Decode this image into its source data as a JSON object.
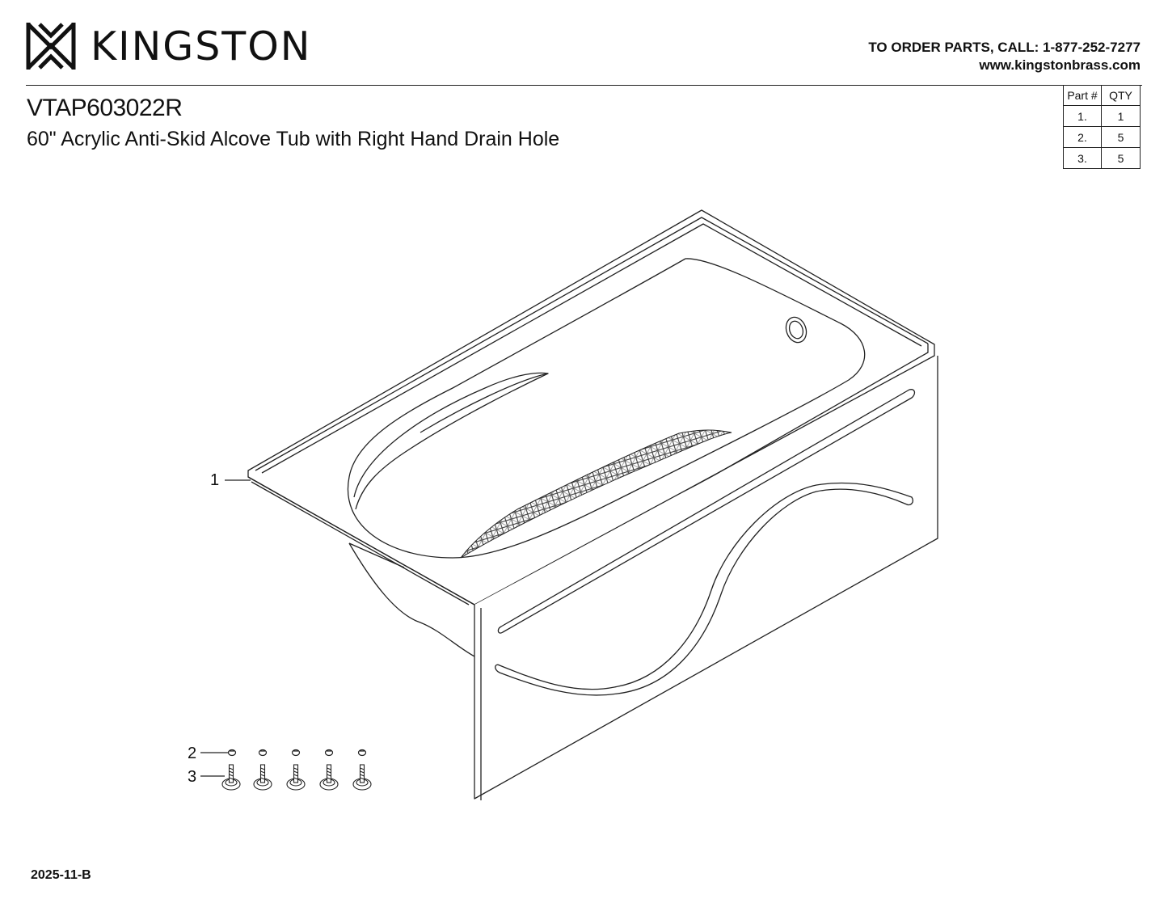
{
  "header": {
    "brand_name": "KINGSTON",
    "logo_icon": "kingston-diamond-logo-icon",
    "order_line": "TO ORDER PARTS, CALL: 1-877-252-7277",
    "website": "www.kingstonbrass.com"
  },
  "product": {
    "model": "VTAP603022R",
    "description": "60\" Acrylic Anti-Skid Alcove Tub with Right Hand Drain Hole"
  },
  "parts_table": {
    "headers": [
      "Part #",
      "QTY"
    ],
    "rows": [
      {
        "part": "1.",
        "qty": "1"
      },
      {
        "part": "2.",
        "qty": "5"
      },
      {
        "part": "3.",
        "qty": "5"
      }
    ]
  },
  "callouts": [
    "1",
    "2",
    "3"
  ],
  "footer": {
    "revision": "2025-11-B"
  },
  "colors": {
    "line": "#222222",
    "text": "#111111"
  }
}
